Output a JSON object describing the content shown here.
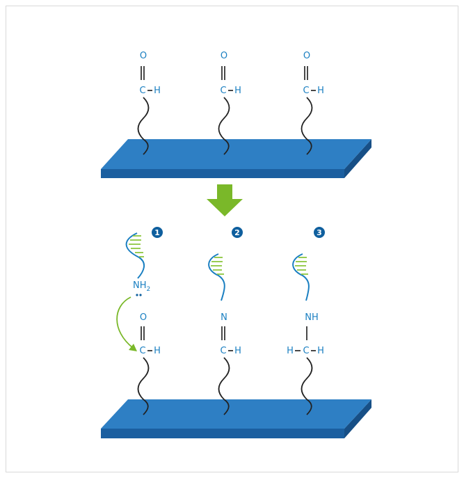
{
  "colors": {
    "surface_top": "#2e7fc4",
    "surface_side": "#1b5fa0",
    "chem": "#1a7fc1",
    "linker": "#222222",
    "dna_backbone": "#1a7fc1",
    "dna_rungs": "#8cc63e",
    "arrow": "#7ab829",
    "badge": "#0f5f9e",
    "frame": "#d9d9d9"
  },
  "top_panel": {
    "groups": [
      {
        "top": "O",
        "carbon": "C",
        "side": "H"
      },
      {
        "top": "O",
        "carbon": "C",
        "side": "H"
      },
      {
        "top": "O",
        "carbon": "C",
        "side": "H"
      }
    ]
  },
  "bottom_panel": {
    "steps": [
      {
        "number": "1",
        "amine": "NH",
        "amine_sub": "2",
        "top": "O",
        "carbon": "C",
        "side": "H"
      },
      {
        "number": "2",
        "top": "N",
        "carbon": "C",
        "side": "H"
      },
      {
        "number": "3",
        "top": "NH",
        "left": "H",
        "carbon": "C",
        "side": "H"
      }
    ]
  },
  "icons": {
    "arrow": "down-arrow-icon",
    "reaction_arrow": "curved-arrow-icon",
    "dna": "dna-icon"
  }
}
